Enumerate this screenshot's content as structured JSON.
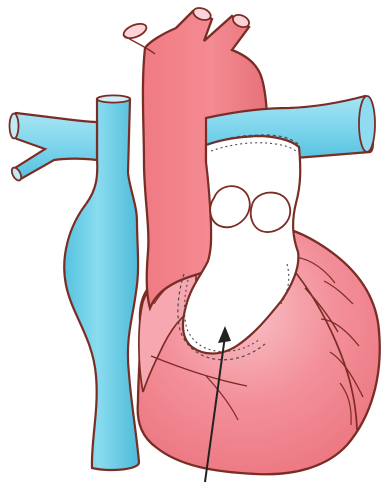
{
  "diagram": {
    "type": "anatomical-illustration",
    "subject": "heart",
    "parts": [
      {
        "name": "aorta",
        "color": "#f07b84"
      },
      {
        "name": "pulmonary-artery",
        "color": "#7fd4ec"
      },
      {
        "name": "vena-cava",
        "color": "#6fd0ea"
      },
      {
        "name": "heart",
        "color": "#f07b84"
      },
      {
        "name": "atrial-patch",
        "color": "#ffffff"
      },
      {
        "name": "arrow",
        "color": "#222222"
      }
    ],
    "colors": {
      "heart_fill": "#f07b84",
      "heart_highlight": "#f9b7be",
      "vessel_blue": "#79d3eb",
      "vessel_blue_dark": "#45b9d8",
      "outline": "#7a2d25",
      "patch": "#ffffff",
      "suture": "#4a4a4a",
      "arrow": "#222222"
    }
  }
}
